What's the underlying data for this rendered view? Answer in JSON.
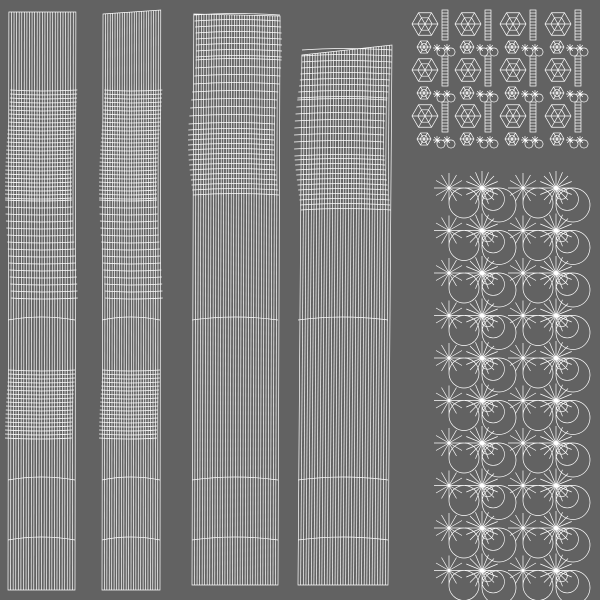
{
  "colors": {
    "background": "#626262",
    "wire": "#ffffff"
  },
  "uv_layout": {
    "strips": 4,
    "hex_cluster": {
      "rows": 3,
      "columns": 4
    },
    "radial_discs": {
      "rows": 10,
      "columns": 4
    }
  }
}
